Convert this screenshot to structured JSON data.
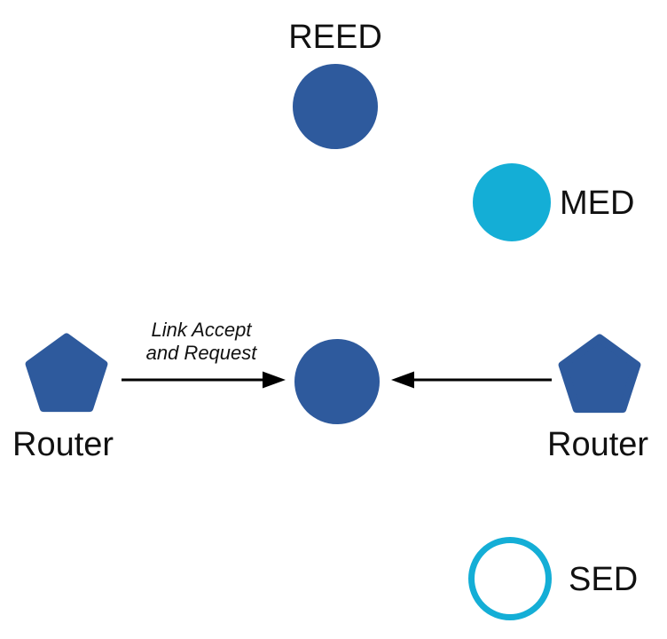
{
  "diagram": {
    "background": "#ffffff",
    "colors": {
      "node_primary": "#2E5A9D",
      "node_accent": "#14AED6",
      "arrow": "#000000",
      "text": "#111111"
    },
    "nodes": {
      "reed": {
        "label": "REED",
        "shape": "circle-filled",
        "color": "#2E5A9D"
      },
      "med": {
        "label": "MED",
        "shape": "circle-filled",
        "color": "#14AED6"
      },
      "router_left": {
        "label": "Router",
        "shape": "pentagon",
        "color": "#2E5A9D"
      },
      "joiner": {
        "label": "",
        "shape": "circle-filled",
        "color": "#2E5A9D"
      },
      "router_right": {
        "label": "Router",
        "shape": "pentagon",
        "color": "#2E5A9D"
      },
      "sed": {
        "label": "SED",
        "shape": "circle-outline",
        "color": "#14AED6"
      }
    },
    "edges": [
      {
        "from": "router_left",
        "to": "joiner",
        "direction": "right",
        "label_line1": "Link Accept",
        "label_line2": "and Request"
      },
      {
        "from": "router_right",
        "to": "joiner",
        "direction": "left",
        "label_line1": "",
        "label_line2": ""
      }
    ]
  }
}
